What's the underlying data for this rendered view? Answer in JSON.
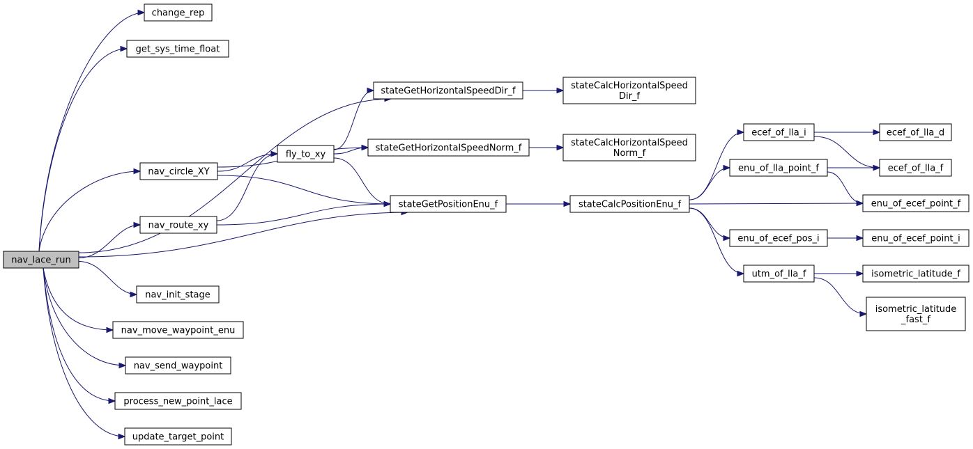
{
  "colors": {
    "edge": "#191970",
    "root_fill": "#bfbfbf",
    "node_fill": "#ffffff",
    "border": "#000000"
  },
  "nodes": [
    {
      "id": "nav_lace_run",
      "lines": [
        "nav_lace_run"
      ]
    },
    {
      "id": "change_rep",
      "lines": [
        "change_rep"
      ]
    },
    {
      "id": "get_sys_time_float",
      "lines": [
        "get_sys_time_float"
      ]
    },
    {
      "id": "nav_circle_XY",
      "lines": [
        "nav_circle_XY"
      ]
    },
    {
      "id": "nav_route_xy",
      "lines": [
        "nav_route_xy"
      ]
    },
    {
      "id": "nav_init_stage",
      "lines": [
        "nav_init_stage"
      ]
    },
    {
      "id": "nav_move_waypoint_enu",
      "lines": [
        "nav_move_waypoint_enu"
      ]
    },
    {
      "id": "nav_send_waypoint",
      "lines": [
        "nav_send_waypoint"
      ]
    },
    {
      "id": "process_new_point_lace",
      "lines": [
        "process_new_point_lace"
      ]
    },
    {
      "id": "update_target_point",
      "lines": [
        "update_target_point"
      ]
    },
    {
      "id": "fly_to_xy",
      "lines": [
        "fly_to_xy"
      ]
    },
    {
      "id": "stateGetHorizontalSpeedDir_f",
      "lines": [
        "stateGetHorizontalSpeedDir_f"
      ]
    },
    {
      "id": "stateGetHorizontalSpeedNorm_f",
      "lines": [
        "stateGetHorizontalSpeedNorm_f"
      ]
    },
    {
      "id": "stateGetPositionEnu_f",
      "lines": [
        "stateGetPositionEnu_f"
      ]
    },
    {
      "id": "stateCalcHorizontalSpeedDir_f",
      "lines": [
        "stateCalcHorizontalSpeed",
        "Dir_f"
      ]
    },
    {
      "id": "stateCalcHorizontalSpeedNorm_f",
      "lines": [
        "stateCalcHorizontalSpeed",
        "Norm_f"
      ]
    },
    {
      "id": "stateCalcPositionEnu_f",
      "lines": [
        "stateCalcPositionEnu_f"
      ]
    },
    {
      "id": "ecef_of_lla_i",
      "lines": [
        "ecef_of_lla_i"
      ]
    },
    {
      "id": "enu_of_lla_point_f",
      "lines": [
        "enu_of_lla_point_f"
      ]
    },
    {
      "id": "enu_of_ecef_pos_i",
      "lines": [
        "enu_of_ecef_pos_i"
      ]
    },
    {
      "id": "utm_of_lla_f",
      "lines": [
        "utm_of_lla_f"
      ]
    },
    {
      "id": "ecef_of_lla_d",
      "lines": [
        "ecef_of_lla_d"
      ]
    },
    {
      "id": "ecef_of_lla_f",
      "lines": [
        "ecef_of_lla_f"
      ]
    },
    {
      "id": "enu_of_ecef_point_f",
      "lines": [
        "enu_of_ecef_point_f"
      ]
    },
    {
      "id": "enu_of_ecef_point_i",
      "lines": [
        "enu_of_ecef_point_i"
      ]
    },
    {
      "id": "isometric_latitude_f",
      "lines": [
        "isometric_latitude_f"
      ]
    },
    {
      "id": "isometric_latitude_fast_f",
      "lines": [
        "isometric_latitude",
        "_fast_f"
      ]
    }
  ],
  "edges": [
    [
      "nav_lace_run",
      "change_rep"
    ],
    [
      "nav_lace_run",
      "get_sys_time_float"
    ],
    [
      "nav_lace_run",
      "stateGetHorizontalSpeedDir_f"
    ],
    [
      "nav_lace_run",
      "nav_circle_XY"
    ],
    [
      "nav_lace_run",
      "nav_route_xy"
    ],
    [
      "nav_lace_run",
      "stateGetPositionEnu_f"
    ],
    [
      "nav_lace_run",
      "nav_init_stage"
    ],
    [
      "nav_lace_run",
      "nav_move_waypoint_enu"
    ],
    [
      "nav_lace_run",
      "nav_send_waypoint"
    ],
    [
      "nav_lace_run",
      "process_new_point_lace"
    ],
    [
      "nav_lace_run",
      "update_target_point"
    ],
    [
      "nav_circle_XY",
      "fly_to_xy"
    ],
    [
      "nav_circle_XY",
      "stateGetHorizontalSpeedNorm_f"
    ],
    [
      "nav_circle_XY",
      "stateGetPositionEnu_f"
    ],
    [
      "nav_route_xy",
      "fly_to_xy"
    ],
    [
      "nav_route_xy",
      "stateGetPositionEnu_f"
    ],
    [
      "fly_to_xy",
      "stateGetHorizontalSpeedDir_f"
    ],
    [
      "fly_to_xy",
      "stateGetHorizontalSpeedNorm_f"
    ],
    [
      "fly_to_xy",
      "stateGetPositionEnu_f"
    ],
    [
      "stateGetHorizontalSpeedDir_f",
      "stateCalcHorizontalSpeedDir_f"
    ],
    [
      "stateGetHorizontalSpeedNorm_f",
      "stateCalcHorizontalSpeedNorm_f"
    ],
    [
      "stateGetPositionEnu_f",
      "stateCalcPositionEnu_f"
    ],
    [
      "stateCalcPositionEnu_f",
      "ecef_of_lla_i"
    ],
    [
      "stateCalcPositionEnu_f",
      "enu_of_lla_point_f"
    ],
    [
      "stateCalcPositionEnu_f",
      "enu_of_ecef_point_f"
    ],
    [
      "stateCalcPositionEnu_f",
      "enu_of_ecef_pos_i"
    ],
    [
      "stateCalcPositionEnu_f",
      "utm_of_lla_f"
    ],
    [
      "ecef_of_lla_i",
      "ecef_of_lla_d"
    ],
    [
      "ecef_of_lla_i",
      "ecef_of_lla_f"
    ],
    [
      "enu_of_lla_point_f",
      "ecef_of_lla_f"
    ],
    [
      "enu_of_lla_point_f",
      "enu_of_ecef_point_f"
    ],
    [
      "enu_of_ecef_pos_i",
      "enu_of_ecef_point_i"
    ],
    [
      "utm_of_lla_f",
      "isometric_latitude_f"
    ],
    [
      "utm_of_lla_f",
      "isometric_latitude_fast_f"
    ]
  ]
}
